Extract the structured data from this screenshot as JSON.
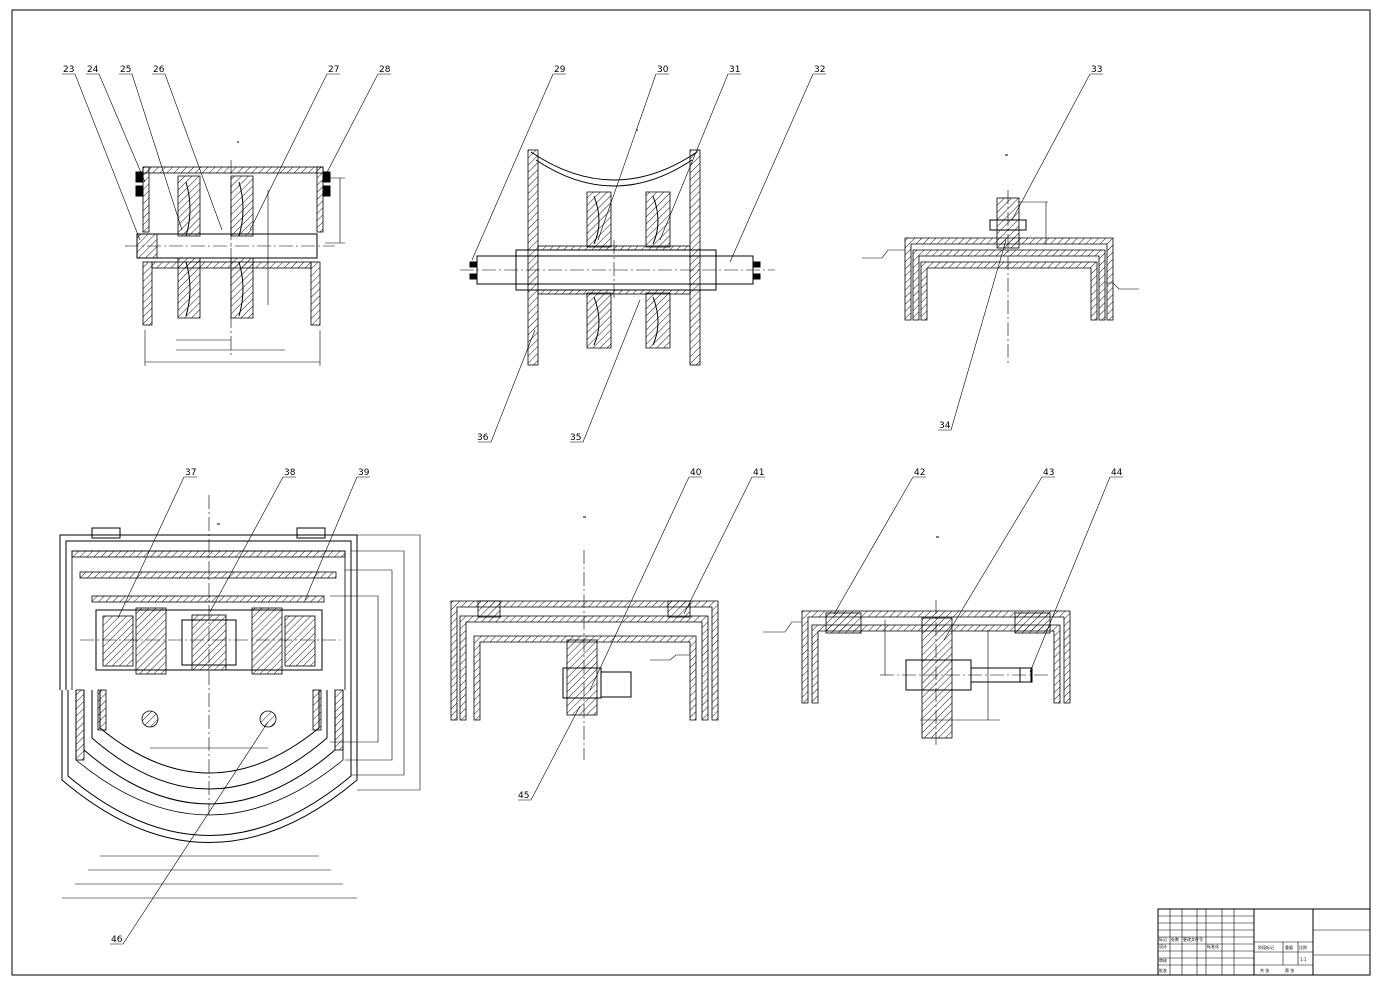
{
  "drawing": {
    "part_labels": {
      "l23": "23",
      "l24": "24",
      "l25": "25",
      "l26": "26",
      "l27": "27",
      "l28": "28",
      "l29": "29",
      "l30": "30",
      "l31": "31",
      "l32": "32",
      "l33": "33",
      "l34": "34",
      "l35": "35",
      "l36": "36",
      "l37": "37",
      "l38": "38",
      "l39": "39",
      "l40": "40",
      "l41": "41",
      "l42": "42",
      "l43": "43",
      "l44": "44",
      "l45": "45",
      "l46": "46"
    }
  },
  "title_block": {
    "col1": "标记",
    "col2": "处数",
    "col3": "更改文件号",
    "design": "设计",
    "standard": "标准化",
    "review": "审核",
    "approve": "批准",
    "stage": "阶段标记",
    "weight": "重量",
    "scale": "比例",
    "sheets_total": "共  张",
    "sheet_no": "第  张",
    "scale_value": "1:1"
  }
}
